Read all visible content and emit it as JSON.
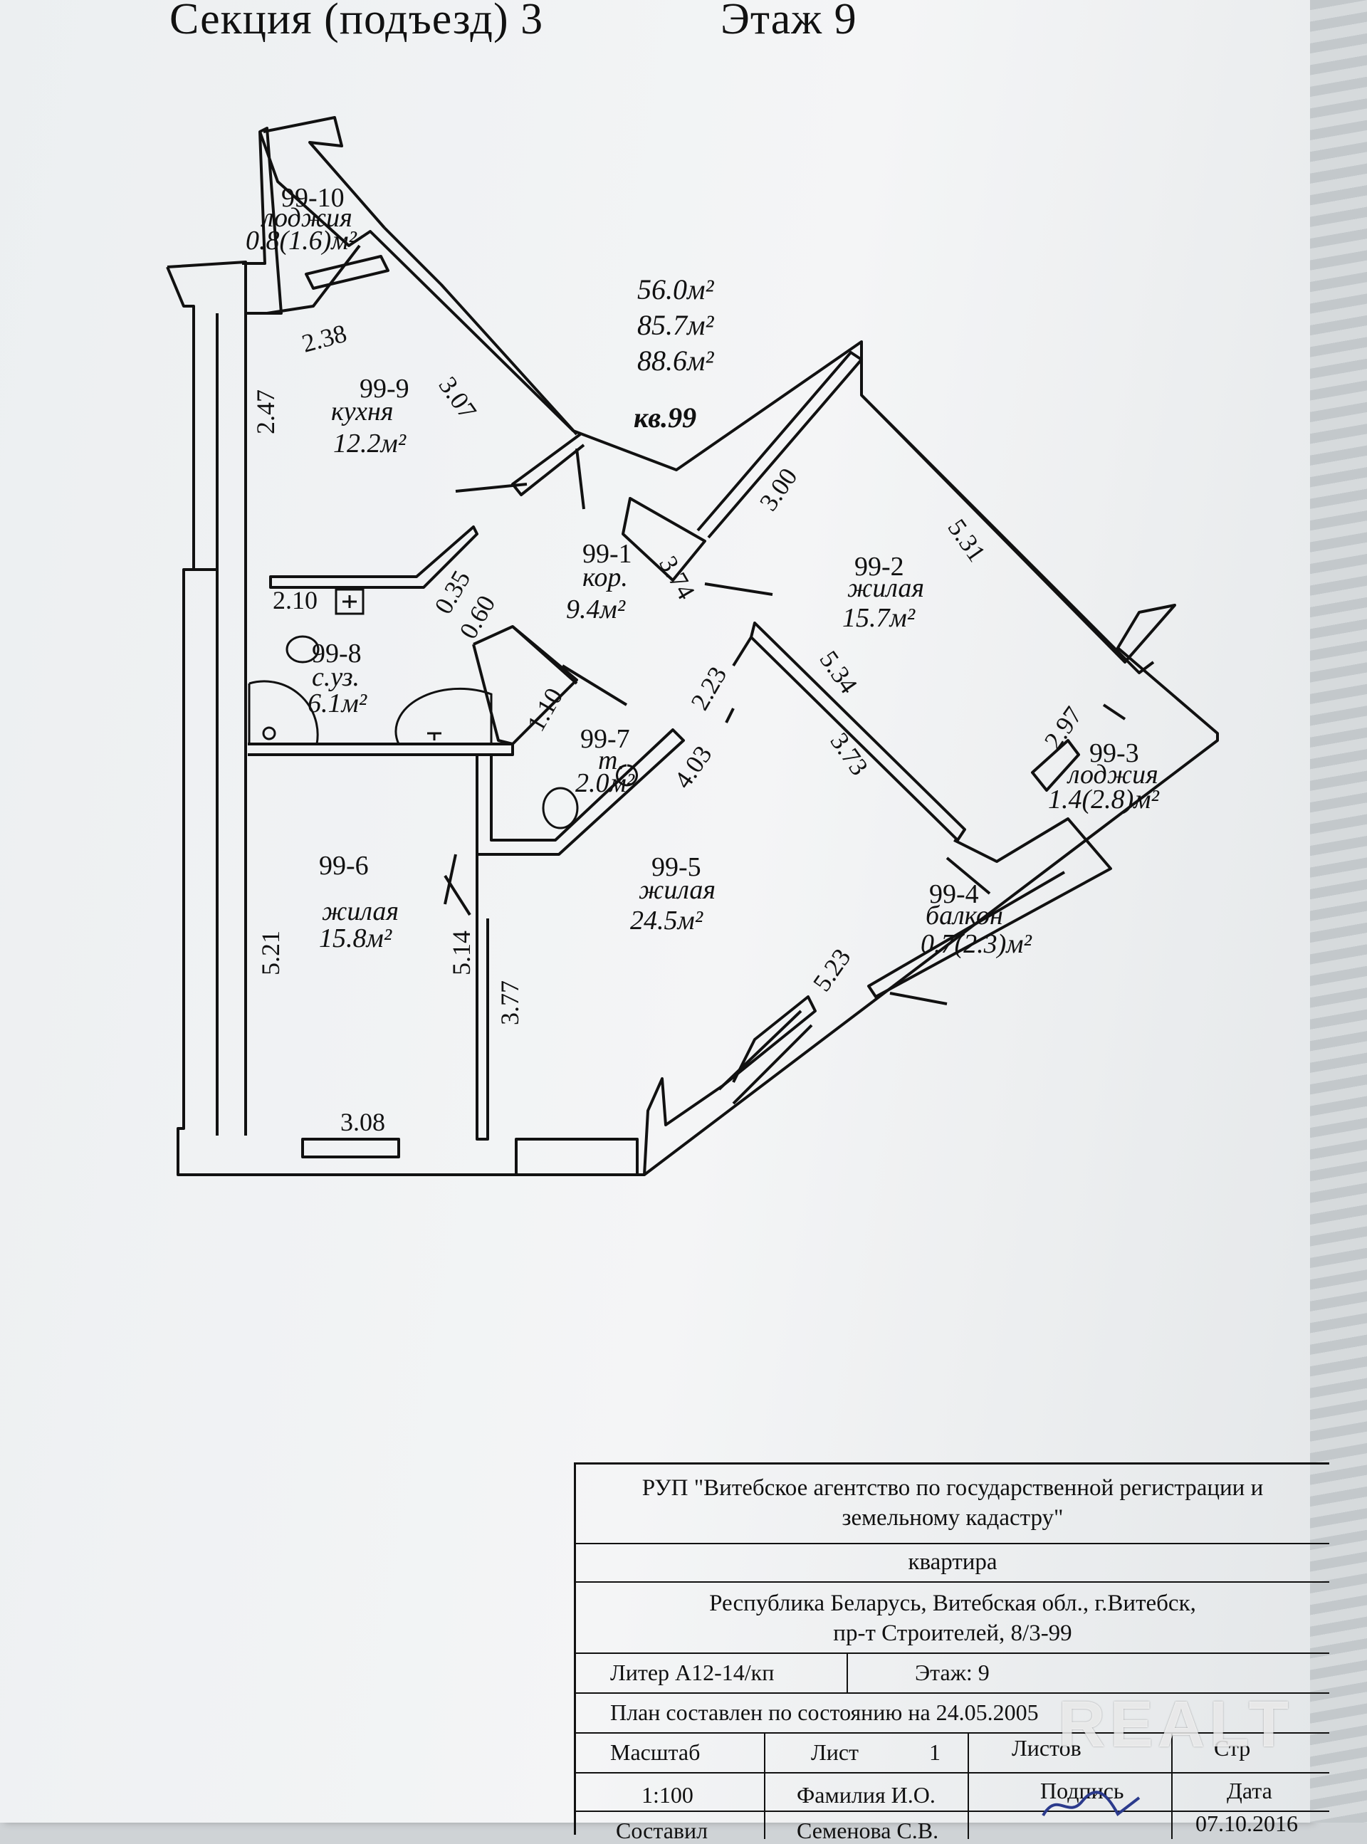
{
  "header": {
    "section": "Секция (подъезд) 3",
    "floor": "Этаж 9"
  },
  "totals": {
    "area_living": "56.0м²",
    "area_total": "85.7м²",
    "area_with_summer": "88.6м²",
    "apartment": "кв.99"
  },
  "rooms": {
    "r10": {
      "id": "99-10",
      "name": "лоджия",
      "area": "0.8(1.6)м²"
    },
    "r9": {
      "id": "99-9",
      "name": "кухня",
      "area": "12.2м²"
    },
    "r1": {
      "id": "99-1",
      "name": "кор.",
      "area": "9.4м²"
    },
    "r2": {
      "id": "99-2",
      "name": "жилая",
      "area": "15.7м²"
    },
    "r3": {
      "id": "99-3",
      "name": "лоджия",
      "area": "1.4(2.8)м²"
    },
    "r8": {
      "id": "99-8",
      "name": "с.уз.",
      "area": "6.1м²"
    },
    "r7": {
      "id": "99-7",
      "name": "т.",
      "area": "2.0м²"
    },
    "r6": {
      "id": "99-6",
      "name": "жилая",
      "area": "15.8м²"
    },
    "r5": {
      "id": "99-5",
      "name": "жилая",
      "area": "24.5м²"
    },
    "r4": {
      "id": "99-4",
      "name": "балкон",
      "area": "0.7(2.3)м²"
    }
  },
  "dimensions": {
    "d238": "2.38",
    "d307": "3.07",
    "d247": "2.47",
    "d300": "3.00",
    "d531": "5.31",
    "d374": "3.74",
    "d035": "0.35",
    "d060": "0.60",
    "d210": "2.10",
    "d110": "1.10",
    "d223": "2.23",
    "d534": "5.34",
    "d373": "3.73",
    "d403": "4.03",
    "d297": "2.97",
    "d521": "5.21",
    "d514": "5.14",
    "d377": "3.77",
    "d523": "5.23",
    "d308": "3.08"
  },
  "title_block": {
    "org_line1": "РУП \"Витебское агентство по государственной регистрации и",
    "org_line2": "земельному кадастру\"",
    "object_type": "квартира",
    "address_line1": "Республика Беларусь, Витебская обл., г.Витебск,",
    "address_line2": "пр-т Строителей, 8/3-99",
    "liter": "Литер А12-14/кп",
    "floor": "Этаж: 9",
    "plan_state": "План составлен по состоянию на 24.05.2005",
    "scale_label": "Масштаб",
    "sheet_label": "Лист",
    "sheet_value": "1",
    "sheets_label": "Листов",
    "page_label": "Стр",
    "scale_value": "1:100",
    "name_label": "Фамилия И.О.",
    "sign_label": "Подпись",
    "date_label": "Дата",
    "date_value": "07.10.2016",
    "compiled_label": "Составил",
    "compiled_name": "Семенова С.В."
  },
  "watermark": "REALT"
}
